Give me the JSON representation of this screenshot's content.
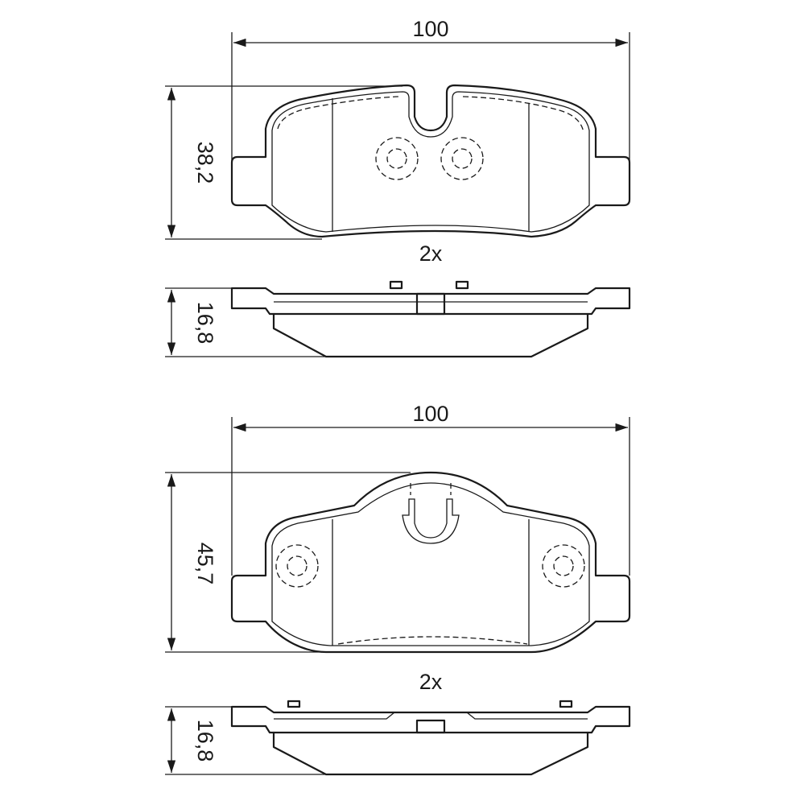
{
  "pad_top": {
    "width_label": "100",
    "height_label": "38,2",
    "quantity_label": "2x",
    "thickness_label": "16,8"
  },
  "pad_bottom": {
    "width_label": "100",
    "height_label": "45,7",
    "quantity_label": "2x",
    "thickness_label": "16,8"
  }
}
